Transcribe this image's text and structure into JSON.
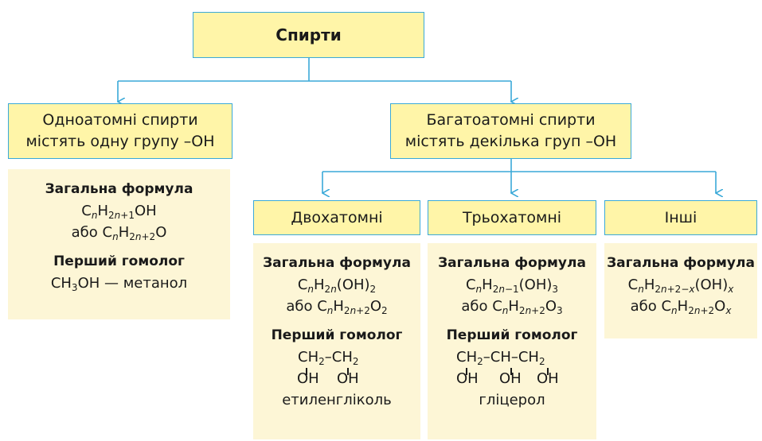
{
  "root": {
    "title": "Спирти"
  },
  "mono": {
    "line1": "Одноатомні спирти",
    "line2": "містять одну групу –ОН",
    "card": {
      "heading": "Загальна формула",
      "formula": "CnH2n+1OH",
      "alt_prefix": "або ",
      "alt": "CnH2n+2O",
      "homolog_heading": "Перший гомолог",
      "homolog": "CH3OH — метанол"
    }
  },
  "poly": {
    "line1": "Багатоатомні спирти",
    "line2": "містять декілька груп –ОН"
  },
  "children": [
    {
      "label": "Двохатомні",
      "heading": "Загальна формула",
      "formula": "CnH2n(OH)2",
      "alt_prefix": "або ",
      "alt": "CnH2n+2O2",
      "homolog_heading": "Перший гомолог",
      "structure_top": "CH2–CH2",
      "structure_bottom": "OH OH",
      "homolog_name": "етиленгліколь"
    },
    {
      "label": "Трьохатомні",
      "heading": "Загальна формула",
      "formula": "CnH2n−1(OH)3",
      "alt_prefix": "або ",
      "alt": "CnH2n+2O3",
      "homolog_heading": "Перший гомолог",
      "structure_top": "CH2–CH–CH2",
      "structure_bottom": "OH OH OH",
      "homolog_name": "гліцерол"
    },
    {
      "label": "Інші",
      "heading": "Загальна формула",
      "formula": "CnH2n+2−x(OH)x",
      "alt_prefix": "або ",
      "alt": "CnH2n+2Ox"
    }
  ],
  "colors": {
    "box_fill": "#fff5a8",
    "box_border": "#3aa9d8",
    "card_fill": "#fdf6d6",
    "arrow": "#3aa9d8"
  }
}
